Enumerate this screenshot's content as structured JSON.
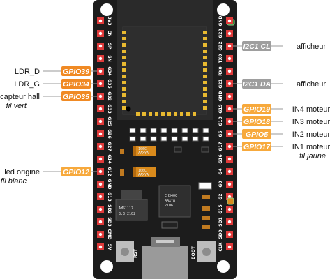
{
  "board": {
    "left_pins": [
      "3V3",
      "EN",
      "SP",
      "SN",
      "G34",
      "G35",
      "G32",
      "G33",
      "G25",
      "G26",
      "G27",
      "G14",
      "G12",
      "GND",
      "G13",
      "SD2",
      "SD3",
      "CMD",
      "5V"
    ],
    "right_pins": [
      "GND",
      "G23",
      "G22",
      "TX0",
      "RX0",
      "G21",
      "GND",
      "G19",
      "G18",
      "G5",
      "G17",
      "G16",
      "G4",
      "G0",
      "G2",
      "G15",
      "SD1",
      "SD0",
      "CLK"
    ],
    "tantalum_label": "106C\nAAXYA",
    "chip_label": "CH340C\nAAXYA\n2106",
    "regulator_label": "AMS1117\n3.3 2102",
    "button_rst": "RST",
    "button_boot": "BOOT"
  },
  "left_annotations": [
    {
      "text": "LDR_D",
      "tag": "GPIO39",
      "tag_color": "#f08a24"
    },
    {
      "text": "LDR_G",
      "tag": "GPIO34",
      "tag_color": "#f08a24"
    },
    {
      "text": "capteur hall",
      "sub": "fil vert",
      "tag": "GPIO35",
      "tag_color": "#f08a24"
    },
    {
      "text": "led origine",
      "sub": "fil blanc",
      "tag": "GPIO12",
      "tag_color": "#f7a93c"
    }
  ],
  "right_annotations": [
    {
      "tag": "I2C1 CL",
      "text": "afficheur",
      "tag_color": "#9e9e9e"
    },
    {
      "tag": "I2C1 DA",
      "text": "afficheur",
      "tag_color": "#9e9e9e"
    },
    {
      "tag": "GPIO19",
      "text": "IN4 moteur",
      "tag_color": "#f7a93c"
    },
    {
      "tag": "GPIO18",
      "text": "IN3 moteur",
      "tag_color": "#f7a93c"
    },
    {
      "tag": "GPIO5",
      "text": "IN2 moteur",
      "tag_color": "#f7a93c"
    },
    {
      "tag": "GPIO17",
      "text": "IN1 moteur",
      "sub": "fil jaune",
      "tag_color": "#f7a93c"
    }
  ]
}
